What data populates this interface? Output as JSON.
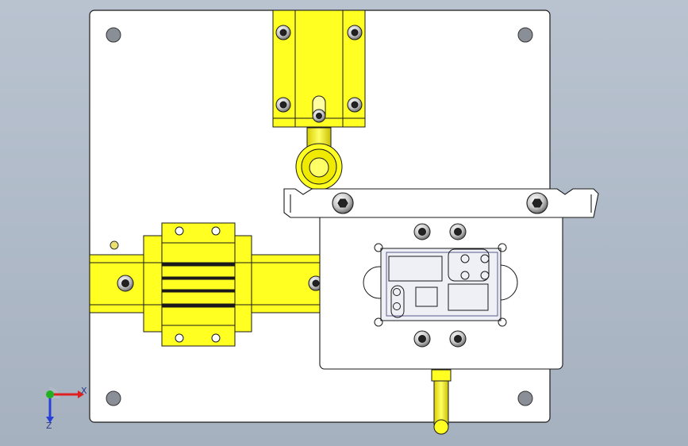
{
  "viewport": {
    "background_top": "#b9c3d0",
    "background_bottom": "#a6b1c0"
  },
  "model": {
    "base_plate_color": "#ffffff",
    "part_color": "#ffff22",
    "outline_color": "#1a1a1a",
    "parts": [
      "base-plate",
      "top-bracket",
      "roller",
      "linear-rail",
      "linear-slider-block",
      "locator-plate",
      "clamp-arm",
      "workpiece-fixture",
      "plunger-pin"
    ]
  },
  "triad": {
    "x_label": "X",
    "z_label": "Z",
    "x_color": "#e02020",
    "y_color": "#20b020",
    "z_color": "#2a3fd8"
  }
}
